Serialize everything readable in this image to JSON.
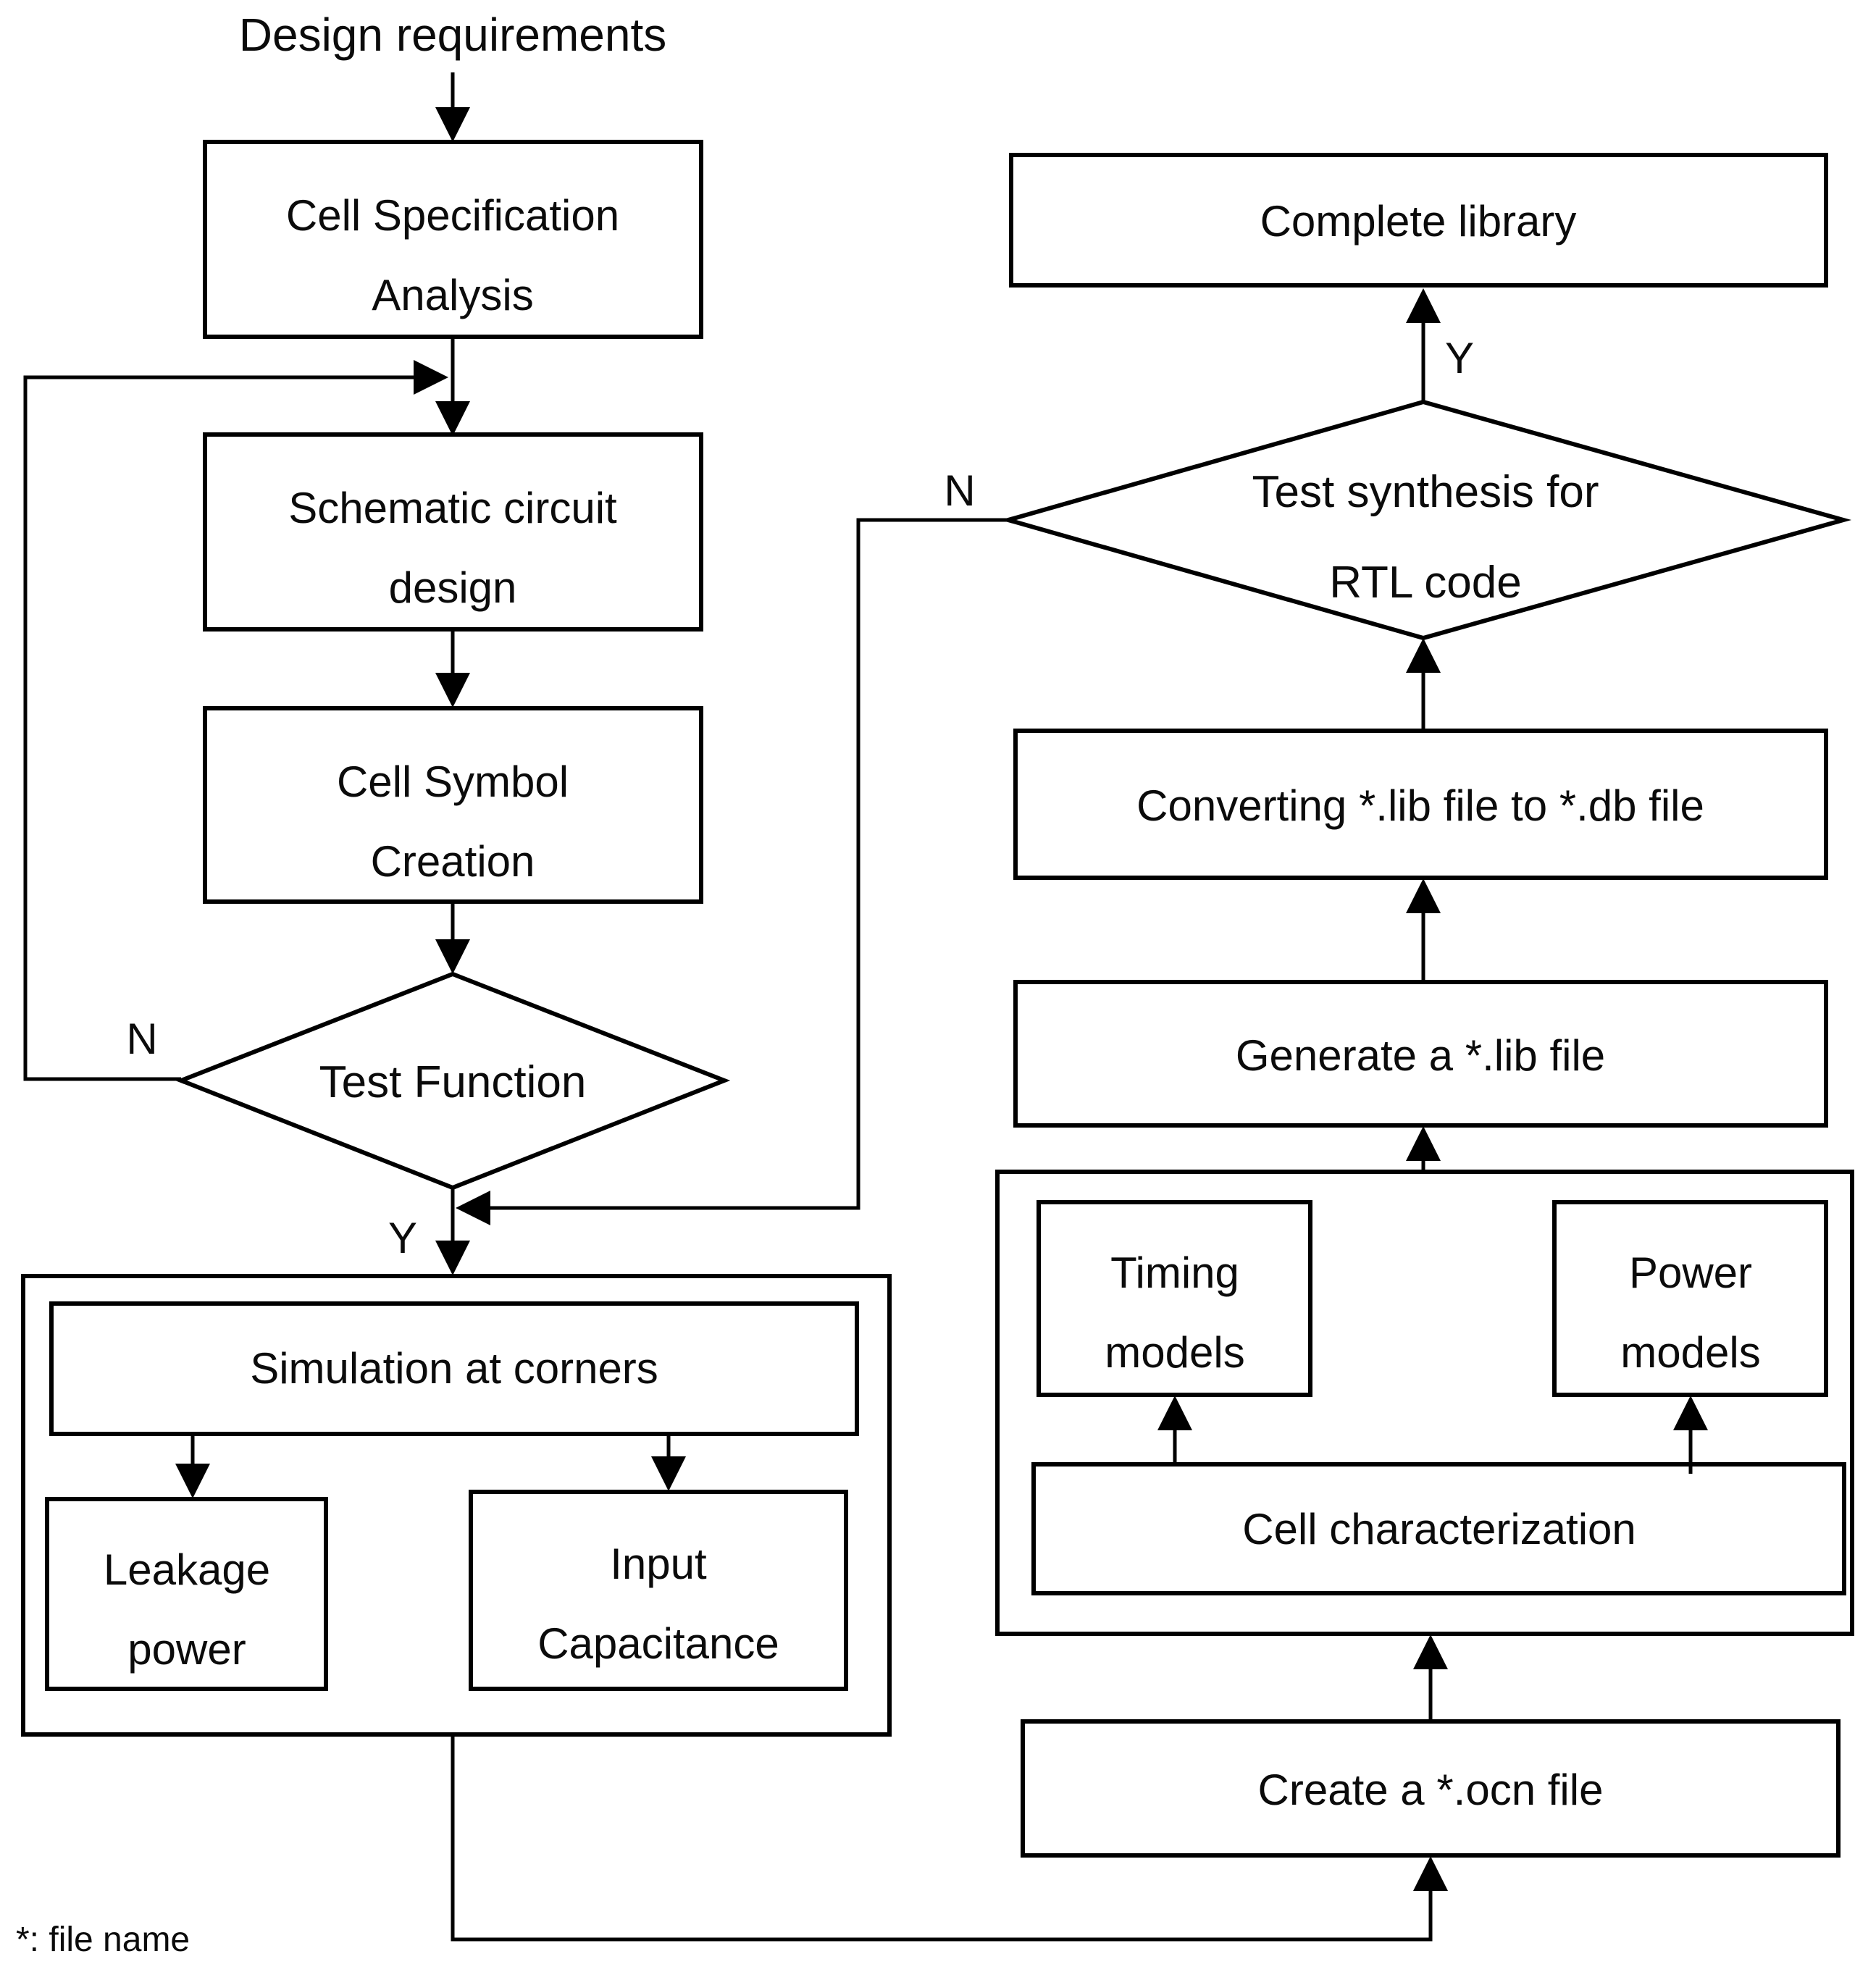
{
  "diagram": {
    "nodes": {
      "design_requirements": {
        "label": "Design requirements"
      },
      "cell_spec": {
        "line1": "Cell Specification",
        "line2": "Analysis"
      },
      "schematic": {
        "line1": "Schematic circuit",
        "line2": "design"
      },
      "cell_symbol": {
        "line1": "Cell Symbol",
        "line2": "Creation"
      },
      "test_function": {
        "label": "Test Function"
      },
      "simulation": {
        "label": "Simulation at corners"
      },
      "leakage": {
        "line1": "Leakage",
        "line2": "power"
      },
      "input_cap": {
        "line1": "Input",
        "line2": "Capacitance"
      },
      "create_ocn": {
        "label": "Create a *.ocn file"
      },
      "cell_char": {
        "label": "Cell characterization"
      },
      "timing_models": {
        "line1": "Timing",
        "line2": "models"
      },
      "power_models": {
        "line1": "Power",
        "line2": "models"
      },
      "generate_lib": {
        "label": "Generate a *.lib file"
      },
      "converting": {
        "label": "Converting *.lib file to *.db file"
      },
      "test_synthesis": {
        "line1": "Test synthesis for",
        "line2": "RTL code"
      },
      "complete_library": {
        "label": "Complete library"
      }
    },
    "edge_labels": {
      "test_function_no": "N",
      "test_function_yes": "Y",
      "test_synthesis_no": "N",
      "test_synthesis_yes": "Y"
    },
    "footnote": "*: file name",
    "colors": {
      "line": "#000000",
      "background": "#ffffff"
    }
  }
}
